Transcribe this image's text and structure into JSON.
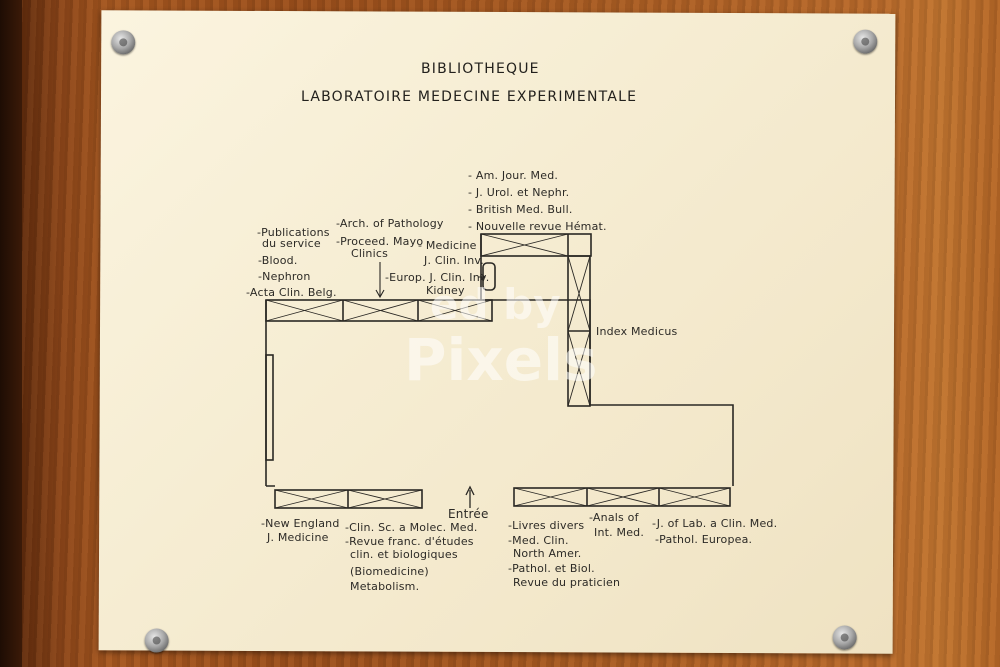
{
  "header": {
    "title": "BIBLIOTHEQUE",
    "subtitle": "LABORATOIRE   MEDECINE   EXPERIMENTALE"
  },
  "labels": {
    "am_jour_med": "- Am. Jour. Med.",
    "j_urol": "- J. Urol. et Nephr.",
    "british_med": "- British Med. Bull.",
    "nouvelle_revue": "- Nouvelle revue Hémat.",
    "publications": "-Publications",
    "du_service": "du service",
    "arch_pathology": "-Arch. of Pathology",
    "proceed_mayo": "-Proceed. Mayo",
    "clinics": "Clinics",
    "medicine": "- Medicine",
    "j_clin_inv": "J. Clin. Inv.",
    "blood": "-Blood.",
    "nephron": "-Nephron",
    "europ_j_clin": "-Europ. J. Clin. Inv.",
    "kidney": "Kidney",
    "acta_clin": "-Acta Clin. Belg.",
    "index_medicus": "Index Medicus",
    "entree": "Entrée",
    "new_england": "-New England",
    "j_medicine": "J. Medicine",
    "clin_sc": "-Clin. Sc. a Molec. Med.",
    "revue_franc": "-Revue franc. d'études",
    "clin_biologiques": "clin. et biologiques",
    "biomedicine": "(Biomedicine)",
    "metabolism": "Metabolism.",
    "livres_divers": "-Livres divers",
    "med_clin": "-Med. Clin.",
    "north_amer": "North Amer.",
    "pathol_biol": "-Pathol. et Biol.",
    "revue_praticien": "Revue du praticien",
    "anals_of": "-Anals of",
    "int_med": "Int. Med.",
    "j_of_lab": "-J. of Lab. a Clin. Med.",
    "pathol_europea": "-Pathol. Europea."
  },
  "watermark": {
    "line1": "ed by",
    "line2": "Pixels"
  }
}
